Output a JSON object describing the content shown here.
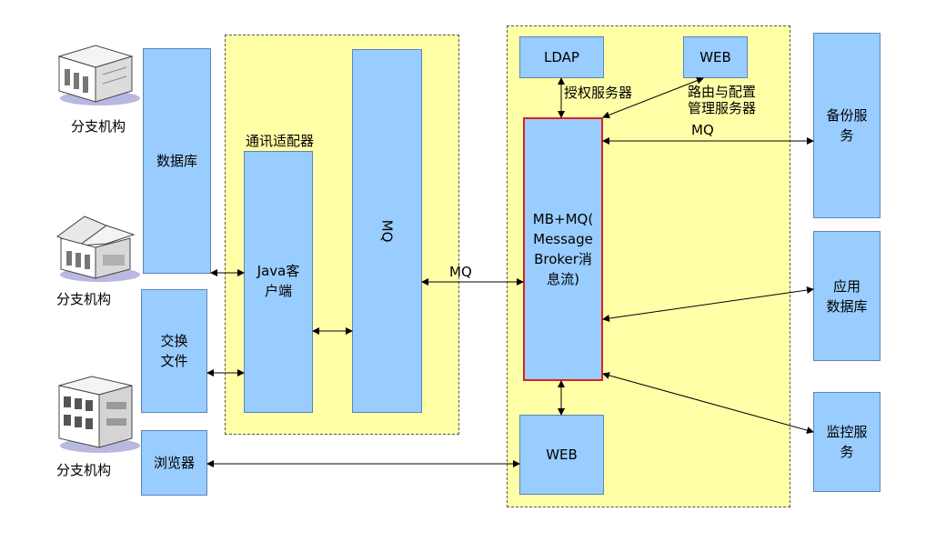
{
  "branches": [
    {
      "label": "分支机构"
    },
    {
      "label": "分支机构"
    },
    {
      "label": "分支机构"
    }
  ],
  "adapter_zone": {
    "title": "通讯适配器",
    "java_client": "Java客\n户端",
    "mq": "MQ"
  },
  "left_boxes": {
    "database": "数据库",
    "exchange_file": "交换\n文件",
    "browser": "浏览器"
  },
  "server_zone": {
    "ldap": "LDAP",
    "web_top": "WEB",
    "auth_server": "授权服务器",
    "routing_server": "路由与配置\n管理服务器",
    "mb_mq": "MB+MQ(\nMessage\nBroker消\n息流)",
    "web_bottom": "WEB"
  },
  "right_boxes": {
    "backup": "备份服\n务",
    "app_db": "应用\n数据库",
    "monitor": "监控服\n务"
  },
  "connector_labels": {
    "mq_middle": "MQ",
    "mq_right": "MQ"
  },
  "colors": {
    "box_fill": "#99ccff",
    "zone_fill": "#ffffa8",
    "highlight_border": "#e02020"
  }
}
